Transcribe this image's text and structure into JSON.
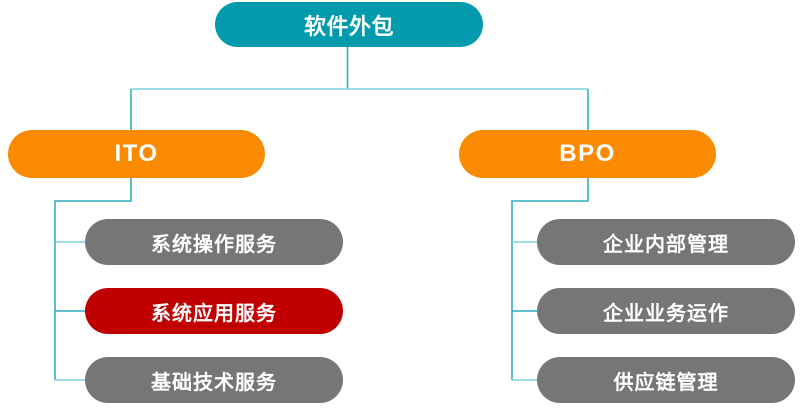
{
  "diagram": {
    "title": "软件外包",
    "type": "organization-tree",
    "colors": {
      "root": "#029BAE",
      "level2": "#FA8B00",
      "level3": "#767676",
      "highlight": "#C00000",
      "connector": "#2FAEC4",
      "connector_light": "#7DD2E0",
      "background": "#FFFFFF",
      "text": "#FFFFFF"
    },
    "root": {
      "label": "软件外包"
    },
    "branches": [
      {
        "label": "ITO",
        "children": [
          {
            "label": "系统操作服务",
            "highlighted": false
          },
          {
            "label": "系统应用服务",
            "highlighted": true
          },
          {
            "label": "基础技术服务",
            "highlighted": false
          }
        ]
      },
      {
        "label": "BPO",
        "children": [
          {
            "label": "企业内部管理",
            "highlighted": false
          },
          {
            "label": "企业业务运作",
            "highlighted": false
          },
          {
            "label": "供应链管理",
            "highlighted": false
          }
        ]
      }
    ]
  }
}
